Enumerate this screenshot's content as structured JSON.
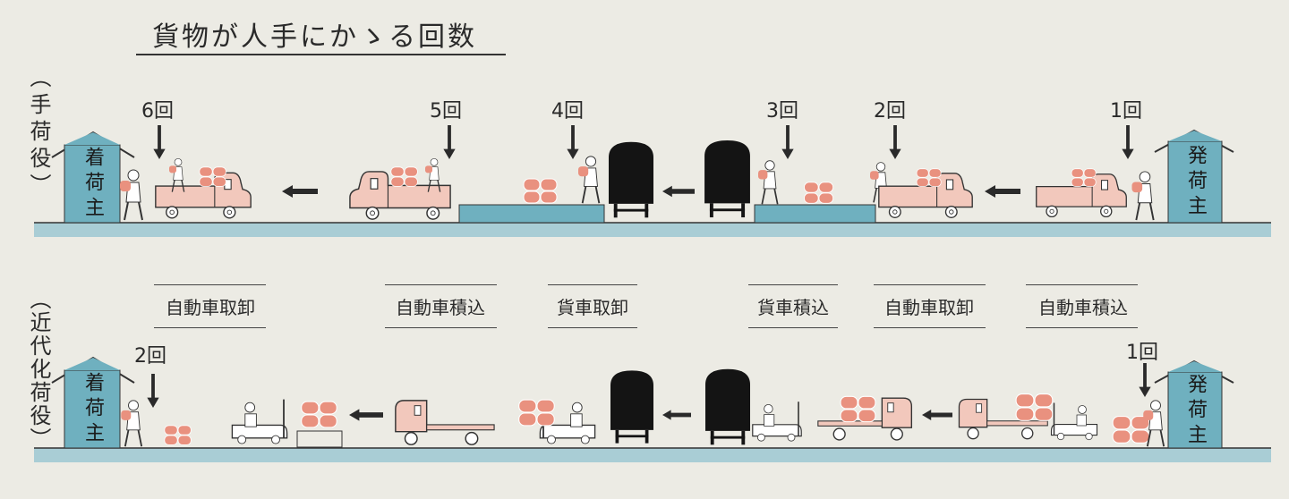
{
  "title": "貨物が人手にかゝる回数",
  "rows": {
    "manual": {
      "label": "（手荷役）",
      "counts": [
        "6回",
        "5回",
        "4回",
        "3回",
        "2回",
        "1回"
      ]
    },
    "modern": {
      "label": "（近代化荷役）",
      "counts": [
        "2回",
        "1回"
      ],
      "operations": [
        "自動車取卸",
        "自動車積込",
        "貨車取卸",
        "貨車積込",
        "自動車取卸",
        "自動車積込"
      ]
    }
  },
  "houses": {
    "consignee": "着荷主",
    "shipper": "発荷主"
  },
  "colors": {
    "background": "#ecebe4",
    "ground": "#a9cdd5",
    "house": "#6fb0bf",
    "cargo": "#e9917f",
    "truck": "#f2c8bc",
    "freight_car": "#141414"
  }
}
